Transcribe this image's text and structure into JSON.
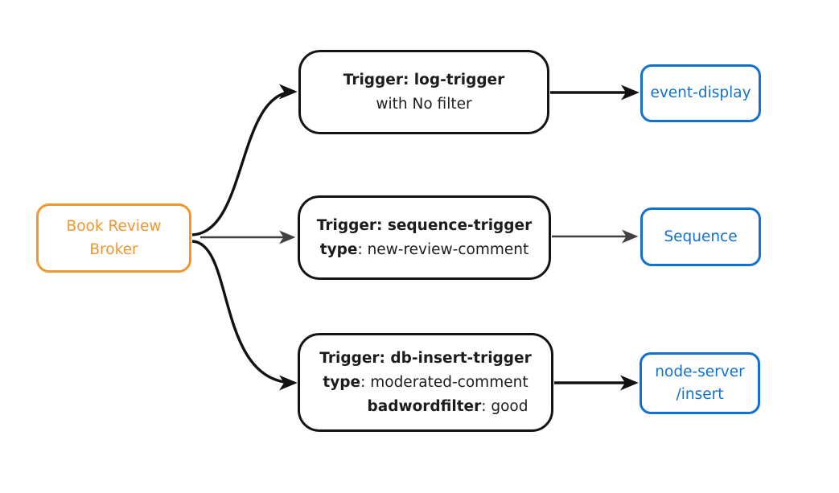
{
  "diagram": {
    "broker": {
      "lines": [
        "Book Review",
        "Broker"
      ]
    },
    "triggers": [
      {
        "title": "Trigger: log-trigger",
        "subtitle": "with No filter"
      },
      {
        "title": "Trigger: sequence-trigger",
        "kv": [
          {
            "key": "type",
            "value": ": new-review-comment"
          }
        ]
      },
      {
        "title": "Trigger: db-insert-trigger",
        "kv": [
          {
            "key": "type",
            "value": ": moderated-comment"
          },
          {
            "key": "badwordfilter",
            "value": ": good"
          }
        ]
      }
    ],
    "sinks": [
      {
        "lines": [
          "event-display"
        ]
      },
      {
        "lines": [
          "Sequence"
        ]
      },
      {
        "lines": [
          "node-server",
          "/insert"
        ]
      }
    ]
  },
  "colors": {
    "background": "#ffffff",
    "broker_accent": "#f0962e",
    "trigger_border": "#141414",
    "trigger_text": "#1c1c1c",
    "sink_accent": "#1270d2",
    "arrow_primary": "#121212",
    "arrow_secondary": "#404040"
  }
}
